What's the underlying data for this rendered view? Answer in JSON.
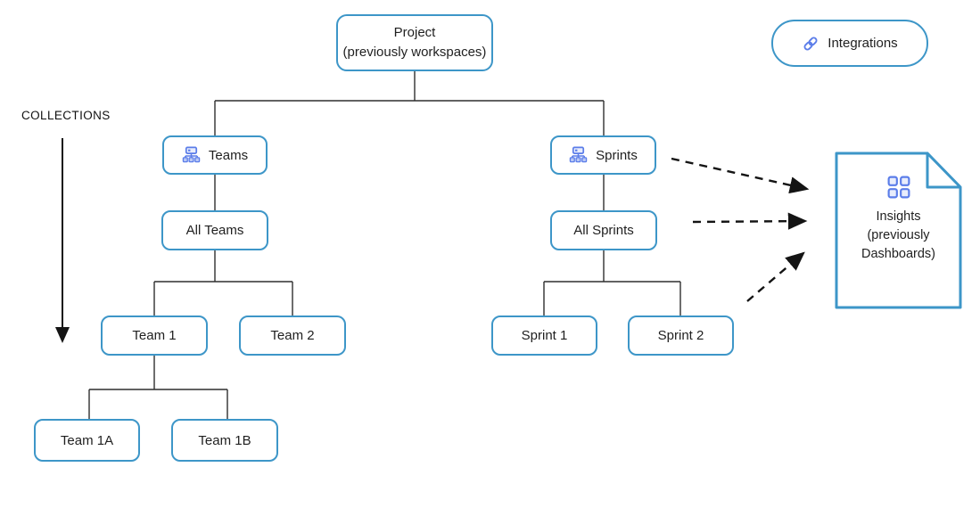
{
  "colors": {
    "box_border": "#3d96c8",
    "icon_blue": "#5b7de9",
    "icon_fill_light": "#e8edfc",
    "icon_fill_mid": "#b9c8f5",
    "connector_line": "#2f2f2f",
    "arrow": "#141414",
    "text": "#1f1f1f"
  },
  "labels": {
    "collections": "COLLECTIONS"
  },
  "nodes": {
    "project": {
      "title": "Project",
      "subtitle": "(previously workspaces)"
    },
    "integrations": {
      "label": "Integrations",
      "icon": "link-icon"
    },
    "teams": {
      "label": "Teams",
      "icon": "org-chart-icon"
    },
    "sprints": {
      "label": "Sprints",
      "icon": "org-chart-icon"
    },
    "all_teams": {
      "label": "All Teams"
    },
    "all_sprints": {
      "label": "All Sprints"
    },
    "team_1": {
      "label": "Team 1"
    },
    "team_2": {
      "label": "Team 2"
    },
    "team_1a": {
      "label": "Team 1A"
    },
    "team_1b": {
      "label": "Team 1B"
    },
    "sprint_1": {
      "label": "Sprint 1"
    },
    "sprint_2": {
      "label": "Sprint 2"
    },
    "insights": {
      "title": "Insights",
      "subtitle": "(previously Dashboards)",
      "icon": "grid-icon"
    }
  },
  "edges": {
    "tree": [
      "project>teams",
      "project>sprints",
      "teams>all_teams",
      "all_teams>team_1",
      "all_teams>team_2",
      "team_1>team_1a",
      "team_1>team_1b",
      "sprints>all_sprints",
      "all_sprints>sprint_1",
      "all_sprints>sprint_2"
    ],
    "dashed_to_insights": [
      "sprints>insights",
      "all_sprints>insights",
      "sprints_tree>insights"
    ],
    "collections_scope": "teams-branch"
  }
}
